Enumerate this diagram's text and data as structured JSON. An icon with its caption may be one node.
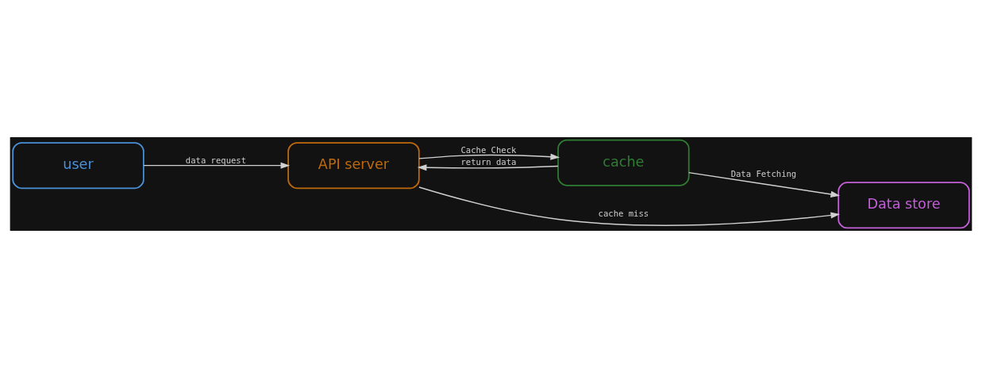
{
  "diagram": {
    "nodes": [
      {
        "text": [
          "user"
        ]
      },
      {
        "text": [
          "API server"
        ]
      },
      {
        "text": [
          "cache"
        ]
      },
      {
        "text": [
          "Data store"
        ]
      }
    ],
    "edges": [
      {
        "from": 0,
        "to": 1,
        "arrow": "to",
        "label": "data request"
      },
      {
        "from": 1,
        "to": 2,
        "arrow": "to",
        "label": "Cache Check"
      },
      {
        "from": 2,
        "to": 1,
        "arrow": "to",
        "label": "return data"
      },
      {
        "from": 2,
        "to": 3,
        "arrow": "to",
        "label": "Data Fetching"
      },
      {
        "from": 1,
        "to": 3,
        "arrow": "to",
        "label": "cache miss"
      }
    ]
  }
}
